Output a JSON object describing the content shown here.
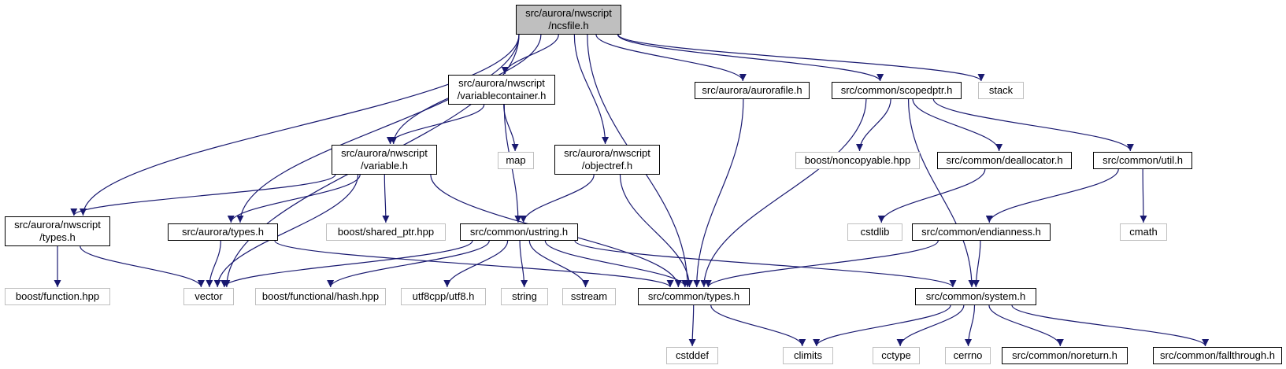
{
  "colors": {
    "edge": "#191970",
    "node_border": "#000000",
    "system_border": "#bfbfbf",
    "root_fill": "#bfbfbf"
  },
  "nodes": [
    {
      "id": "ncsfile",
      "lines": [
        "src/aurora/nwscript",
        "/ncsfile.h"
      ],
      "kind": "root"
    },
    {
      "id": "varcontainer",
      "lines": [
        "src/aurora/nwscript",
        "/variablecontainer.h"
      ],
      "kind": "file"
    },
    {
      "id": "aurorafile",
      "lines": [
        "src/aurora/aurorafile.h"
      ],
      "kind": "file"
    },
    {
      "id": "scopedptr",
      "lines": [
        "src/common/scopedptr.h"
      ],
      "kind": "file"
    },
    {
      "id": "stack",
      "lines": [
        "stack"
      ],
      "kind": "system"
    },
    {
      "id": "variable",
      "lines": [
        "src/aurora/nwscript",
        "/variable.h"
      ],
      "kind": "file"
    },
    {
      "id": "map",
      "lines": [
        "map"
      ],
      "kind": "system"
    },
    {
      "id": "objectref",
      "lines": [
        "src/aurora/nwscript",
        "/objectref.h"
      ],
      "kind": "file"
    },
    {
      "id": "noncopyable",
      "lines": [
        "boost/noncopyable.hpp"
      ],
      "kind": "system"
    },
    {
      "id": "deallocator",
      "lines": [
        "src/common/deallocator.h"
      ],
      "kind": "file"
    },
    {
      "id": "util",
      "lines": [
        "src/common/util.h"
      ],
      "kind": "file"
    },
    {
      "id": "nwtypes",
      "lines": [
        "src/aurora/nwscript",
        "/types.h"
      ],
      "kind": "file"
    },
    {
      "id": "auroratypes",
      "lines": [
        "src/aurora/types.h"
      ],
      "kind": "file"
    },
    {
      "id": "sharedptr",
      "lines": [
        "boost/shared_ptr.hpp"
      ],
      "kind": "system"
    },
    {
      "id": "ustring",
      "lines": [
        "src/common/ustring.h"
      ],
      "kind": "file"
    },
    {
      "id": "cstdlib",
      "lines": [
        "cstdlib"
      ],
      "kind": "system"
    },
    {
      "id": "endianness",
      "lines": [
        "src/common/endianness.h"
      ],
      "kind": "file"
    },
    {
      "id": "cmath",
      "lines": [
        "cmath"
      ],
      "kind": "system"
    },
    {
      "id": "function",
      "lines": [
        "boost/function.hpp"
      ],
      "kind": "system"
    },
    {
      "id": "vector",
      "lines": [
        "vector"
      ],
      "kind": "system"
    },
    {
      "id": "hash",
      "lines": [
        "boost/functional/hash.hpp"
      ],
      "kind": "system"
    },
    {
      "id": "utf8",
      "lines": [
        "utf8cpp/utf8.h"
      ],
      "kind": "system"
    },
    {
      "id": "string",
      "lines": [
        "string"
      ],
      "kind": "system"
    },
    {
      "id": "sstream",
      "lines": [
        "sstream"
      ],
      "kind": "system"
    },
    {
      "id": "commontypes",
      "lines": [
        "src/common/types.h"
      ],
      "kind": "file"
    },
    {
      "id": "system",
      "lines": [
        "src/common/system.h"
      ],
      "kind": "file"
    },
    {
      "id": "cstddef",
      "lines": [
        "cstddef"
      ],
      "kind": "system"
    },
    {
      "id": "climits",
      "lines": [
        "climits"
      ],
      "kind": "system"
    },
    {
      "id": "cctype",
      "lines": [
        "cctype"
      ],
      "kind": "system"
    },
    {
      "id": "cerrno",
      "lines": [
        "cerrno"
      ],
      "kind": "system"
    },
    {
      "id": "noreturn",
      "lines": [
        "src/common/noreturn.h"
      ],
      "kind": "file"
    },
    {
      "id": "fallthrough",
      "lines": [
        "src/common/fallthrough.h"
      ],
      "kind": "file"
    }
  ],
  "edges": [
    [
      "ncsfile",
      "nwtypes"
    ],
    [
      "ncsfile",
      "vector"
    ],
    [
      "ncsfile",
      "auroratypes"
    ],
    [
      "ncsfile",
      "variable"
    ],
    [
      "ncsfile",
      "varcontainer"
    ],
    [
      "ncsfile",
      "objectref"
    ],
    [
      "ncsfile",
      "commontypes"
    ],
    [
      "ncsfile",
      "aurorafile"
    ],
    [
      "ncsfile",
      "scopedptr"
    ],
    [
      "ncsfile",
      "stack"
    ],
    [
      "varcontainer",
      "variable"
    ],
    [
      "varcontainer",
      "map"
    ],
    [
      "varcontainer",
      "ustring"
    ],
    [
      "variable",
      "nwtypes"
    ],
    [
      "variable",
      "auroratypes"
    ],
    [
      "variable",
      "vector"
    ],
    [
      "variable",
      "sharedptr"
    ],
    [
      "variable",
      "commontypes"
    ],
    [
      "objectref",
      "ustring"
    ],
    [
      "objectref",
      "commontypes"
    ],
    [
      "aurorafile",
      "commontypes"
    ],
    [
      "scopedptr",
      "commontypes"
    ],
    [
      "scopedptr",
      "noncopyable"
    ],
    [
      "scopedptr",
      "deallocator"
    ],
    [
      "scopedptr",
      "util"
    ],
    [
      "scopedptr",
      "system"
    ],
    [
      "deallocator",
      "cstdlib"
    ],
    [
      "util",
      "endianness"
    ],
    [
      "util",
      "cmath"
    ],
    [
      "nwtypes",
      "function"
    ],
    [
      "nwtypes",
      "vector"
    ],
    [
      "auroratypes",
      "vector"
    ],
    [
      "auroratypes",
      "commontypes"
    ],
    [
      "ustring",
      "vector"
    ],
    [
      "ustring",
      "hash"
    ],
    [
      "ustring",
      "utf8"
    ],
    [
      "ustring",
      "string"
    ],
    [
      "ustring",
      "sstream"
    ],
    [
      "ustring",
      "commontypes"
    ],
    [
      "ustring",
      "system"
    ],
    [
      "endianness",
      "commontypes"
    ],
    [
      "endianness",
      "system"
    ],
    [
      "commontypes",
      "cstddef"
    ],
    [
      "commontypes",
      "climits"
    ],
    [
      "system",
      "climits"
    ],
    [
      "system",
      "cctype"
    ],
    [
      "system",
      "cerrno"
    ],
    [
      "system",
      "noreturn"
    ],
    [
      "system",
      "fallthrough"
    ]
  ]
}
